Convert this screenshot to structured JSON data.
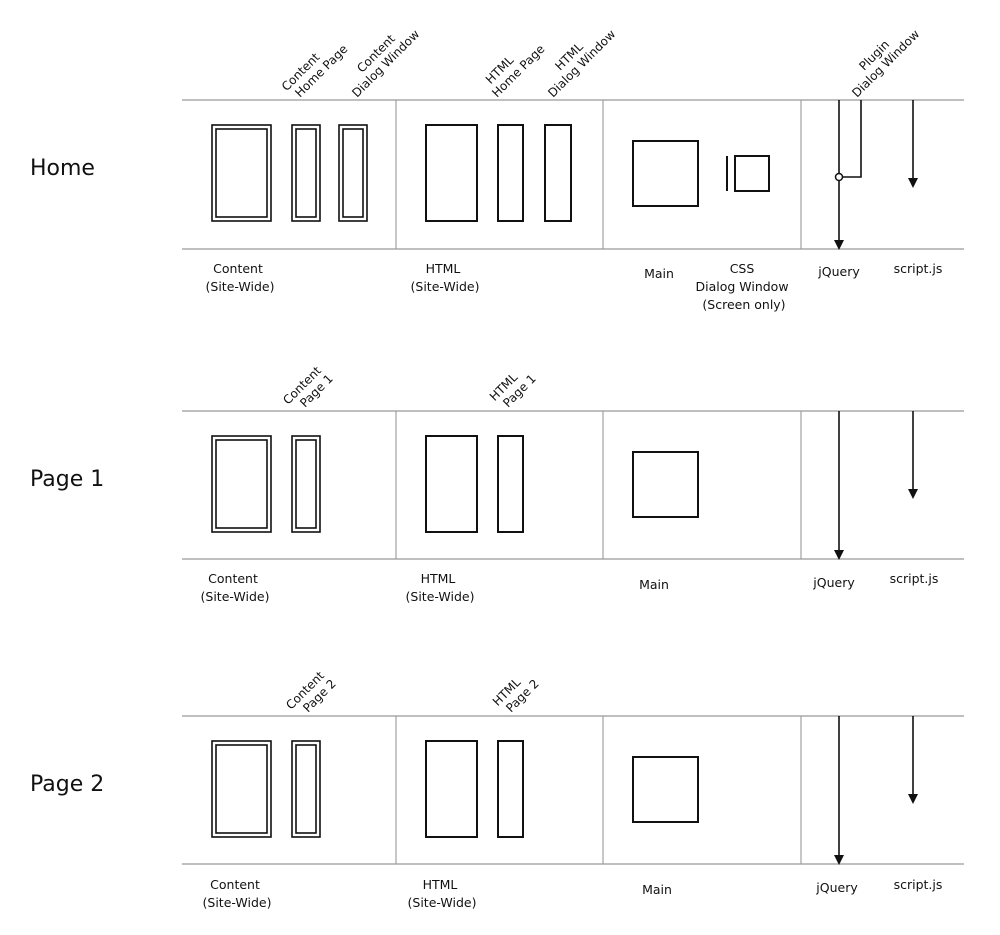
{
  "rows": [
    {
      "label": "Home",
      "content_page_label": [
        "Home Page",
        "Content"
      ],
      "content_dialog_label": [
        "Dialog Window",
        "Content"
      ],
      "html_page_label": [
        "Home Page",
        "HTML"
      ],
      "html_dialog_label": [
        "Dialog Window",
        "HTML"
      ],
      "plugin_label": [
        "Dialog Window",
        "Plugin"
      ],
      "content_sitewide": [
        "Content",
        "(Site-Wide)"
      ],
      "html_sitewide": [
        "HTML",
        "(Site-Wide)"
      ],
      "css_main": "Main",
      "css_dialog": [
        "CSS",
        "Dialog Window",
        "(Screen only)"
      ],
      "jquery": "jQuery",
      "script": "script.js"
    },
    {
      "label": "Page 1",
      "content_page_label": [
        "Page 1",
        "Content"
      ],
      "html_page_label": [
        "Page 1",
        "HTML"
      ],
      "content_sitewide": [
        "Content",
        "(Site-Wide)"
      ],
      "html_sitewide": [
        "HTML",
        "(Site-Wide)"
      ],
      "css_main": "Main",
      "jquery": "jQuery",
      "script": "script.js"
    },
    {
      "label": "Page 2",
      "content_page_label": [
        "Page 2",
        "Content"
      ],
      "html_page_label": [
        "Page 2",
        "HTML"
      ],
      "content_sitewide": [
        "Content",
        "(Site-Wide)"
      ],
      "html_sitewide": [
        "HTML",
        "(Site-Wide)"
      ],
      "css_main": "Main",
      "jquery": "jQuery",
      "script": "script.js"
    }
  ]
}
